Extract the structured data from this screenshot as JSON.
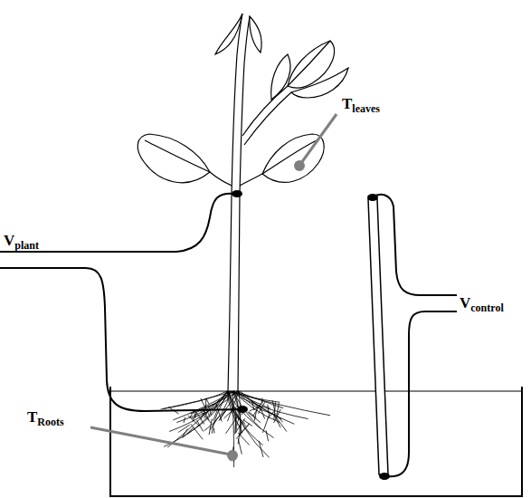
{
  "diagram": {
    "labels": [
      "T",
      "leaves",
      "V",
      "plant",
      "T",
      "Roots",
      "V",
      "control"
    ]
  }
}
